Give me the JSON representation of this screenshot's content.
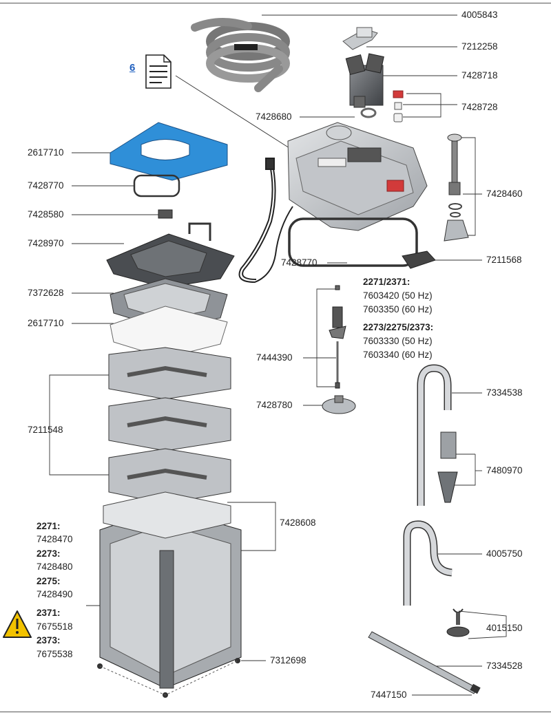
{
  "document_link": {
    "label": "6",
    "icon": "document-icon"
  },
  "warning_icon": "warning-triangle-icon",
  "part_numbers": {
    "hose_coil": "4005843",
    "hose_clamp": "7212258",
    "hose_adapter": "7428718",
    "valve_set": "7428728",
    "seal_ring_small": "7428680",
    "filter_pad_blue": "2617710",
    "lid_seal": "7428770",
    "latch": "7428580",
    "top_basket": "7428970",
    "fine_pad_tray": "7372628",
    "filter_pad_white": "2617710",
    "baskets": "7211548",
    "pump_head_seal": "7428770",
    "intake_set": "7428460",
    "holder": "7211568",
    "impeller_shaft": "7444390",
    "impeller_cover": "7428780",
    "intake_pipe": "7334538",
    "intake_strainer": "7480970",
    "outlet_pipe": "4005750",
    "suction_cups": "4015150",
    "spray_bar": "7334528",
    "end_cap": "7447150",
    "canister_clips": "7428608",
    "feet": "7312698"
  },
  "motor_block": {
    "models_a": "2271/2371:",
    "a_50": "7603420 (50 Hz)",
    "a_60": "7603350 (60 Hz)",
    "models_b": "2273/2275/2373:",
    "b_50": "7603330 (50 Hz)",
    "b_60": "7603340 (60 Hz)"
  },
  "canister_block": [
    {
      "model": "2271",
      "part": "7428470"
    },
    {
      "model": "2273",
      "part": "7428480"
    },
    {
      "model": "2275",
      "part": "7428490"
    },
    {
      "model": "2371",
      "part": "7675518"
    },
    {
      "model": "2373",
      "part": "7675538"
    }
  ],
  "colors": {
    "pad_blue": "#2f8fd8",
    "link_blue": "#1f5fbf",
    "valve_red": "#d23a3a",
    "warning_yellow": "#f2c200"
  }
}
